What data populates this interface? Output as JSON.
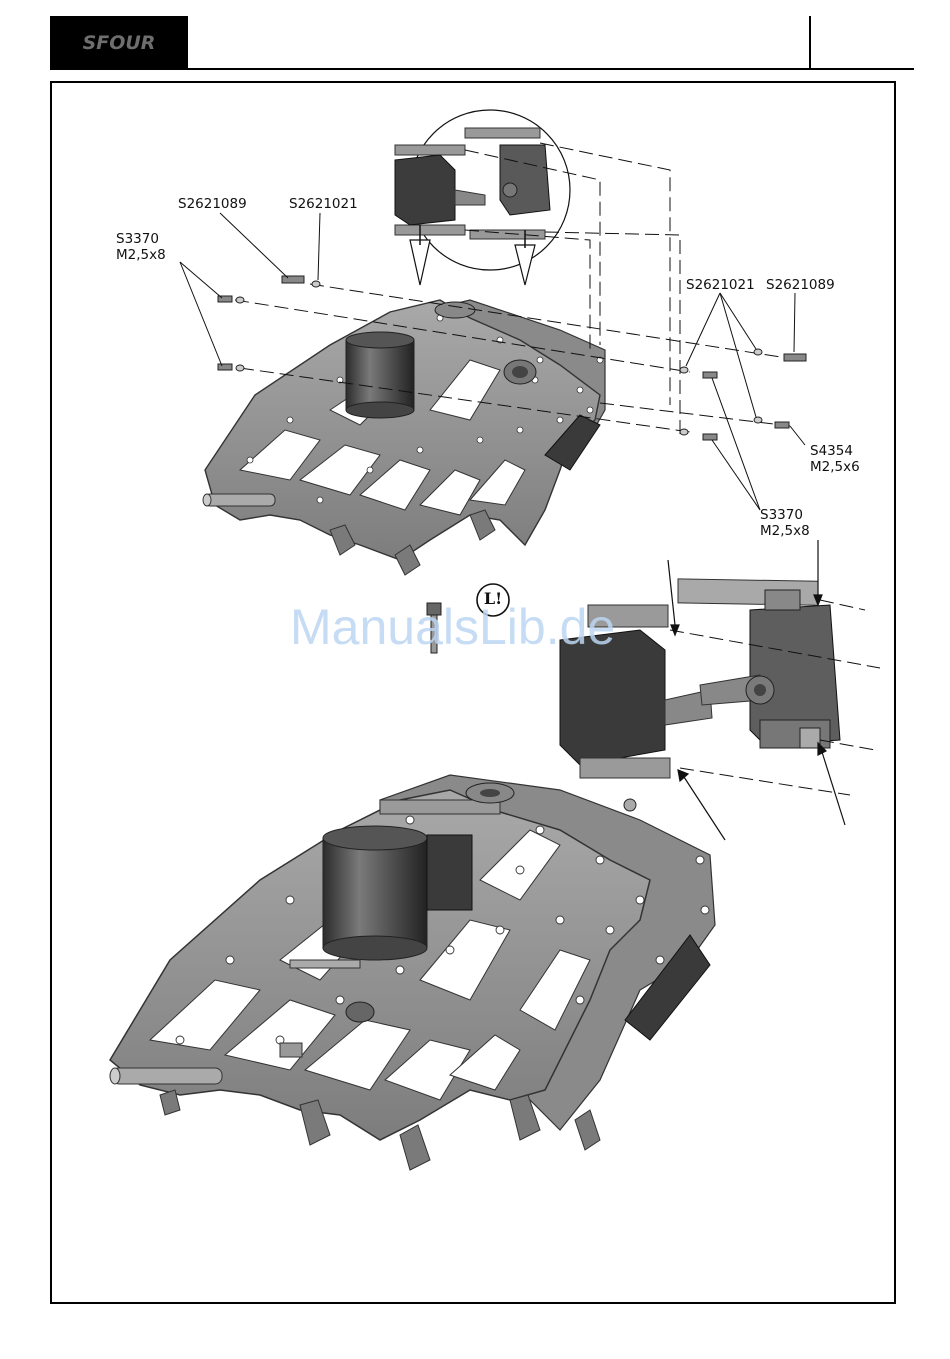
{
  "header": {
    "logo_text": "SFOUR"
  },
  "watermark": "ManualsLib.de",
  "badge": "L!",
  "labels": {
    "s2621089_top": "S2621089",
    "s2621021_top": "S2621021",
    "s3370_left_code": "S3370",
    "s3370_left_size": "M2,5x8",
    "s2621021_right": "S2621021",
    "s2621089_right": "S2621089",
    "s4354_code": "S4354",
    "s4354_size": "M2,5x6",
    "s3370_right_code": "S3370",
    "s3370_right_size": "M2,5x8"
  },
  "colors": {
    "frame_gray": "#8c8c8c",
    "frame_dark": "#4a4a4a",
    "servo_dark": "#3a3a3a",
    "watermark": "#bcd6f3"
  }
}
